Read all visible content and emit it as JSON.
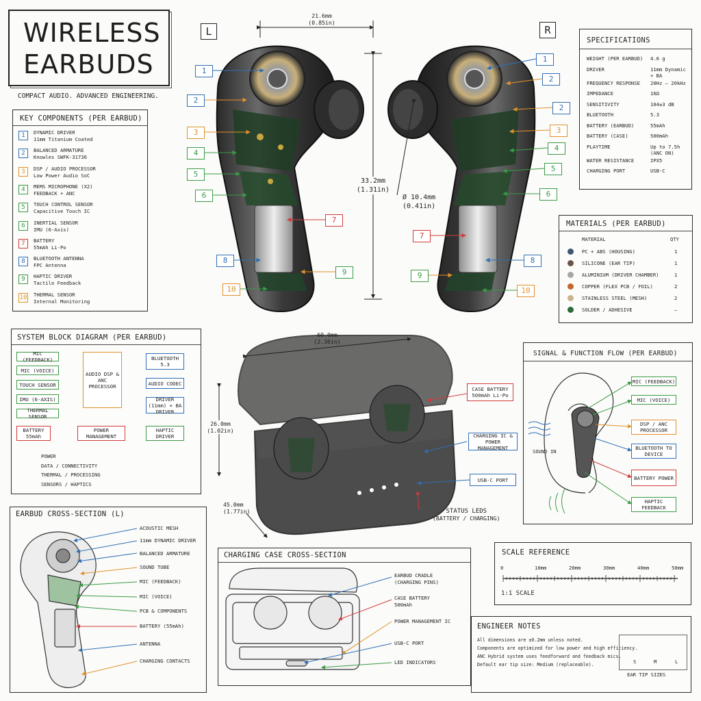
{
  "title": {
    "line1": "WIRELESS",
    "line2": "EARBUDS",
    "tagline": "COMPACT AUDIO. ADVANCED ENGINEERING."
  },
  "side_labels": {
    "left": "L",
    "right": "R"
  },
  "key_components": {
    "title": "KEY COMPONENTS (PER EARBUD)",
    "items": [
      {
        "n": "1",
        "name": "DYNAMIC DRIVER",
        "desc": "11mm Titanium Coated",
        "color": "#2f6fb5"
      },
      {
        "n": "2",
        "name": "BALANCED ARMATURE",
        "desc": "Knowles SWFK-31736",
        "color": "#2f6fb5"
      },
      {
        "n": "3",
        "name": "DSP / AUDIO PROCESSOR",
        "desc": "Low Power Audio SoC",
        "color": "#e0902a"
      },
      {
        "n": "4",
        "name": "MEMS MICROPHONE (X2)",
        "desc": "FEEDBACK + ANC",
        "color": "#3a9a45"
      },
      {
        "n": "5",
        "name": "TOUCH CONTROL SENSOR",
        "desc": "Capacitive Touch IC",
        "color": "#3a9a45"
      },
      {
        "n": "6",
        "name": "INERTIAL SENSOR",
        "desc": "IMU (6-Axis)",
        "color": "#3a9a45"
      },
      {
        "n": "7",
        "name": "BATTERY",
        "desc": "55mAh Li-Po",
        "color": "#d23a3a"
      },
      {
        "n": "8",
        "name": "BLUETOOTH ANTENNA",
        "desc": "FPC Antenna",
        "color": "#2f6fb5"
      },
      {
        "n": "9",
        "name": "HAPTIC DRIVER",
        "desc": "Tactile Feedback",
        "color": "#3a9a45"
      },
      {
        "n": "10",
        "name": "THERMAL SENSOR",
        "desc": "Internal Monitoring",
        "color": "#e0902a"
      }
    ]
  },
  "dimensions": {
    "width": "21.6mm",
    "width_in": "(0.85in)",
    "height": "33.2mm",
    "height_in": "(1.31in)",
    "diam": "Ø 10.4mm",
    "diam_in": "(0.41in)",
    "case_w": "60.0mm",
    "case_w_in": "(2.36in)",
    "case_h": "26.0mm",
    "case_h_in": "(1.02in)",
    "case_d": "45.0mm",
    "case_d_in": "(1.77in)"
  },
  "specifications": {
    "title": "SPECIFICATIONS",
    "rows": [
      {
        "k": "WEIGHT (PER EARBUD)",
        "v": "4.6 g"
      },
      {
        "k": "DRIVER",
        "v": "11mm Dynamic",
        "v2": "+ BA"
      },
      {
        "k": "FREQUENCY RESPONSE",
        "v": "20Hz – 20kHz"
      },
      {
        "k": "IMPEDANCE",
        "v": "16Ω"
      },
      {
        "k": "SENSITIVITY",
        "v": "104±3 dB"
      },
      {
        "k": "BLUETOOTH",
        "v": "5.3"
      },
      {
        "k": "BATTERY (EARBUD)",
        "v": "55mAh"
      },
      {
        "k": "BATTERY (CASE)",
        "v": "500mAh"
      },
      {
        "k": "PLAYTIME",
        "v": "Up to 7.5h",
        "v2": "(ANC ON)"
      },
      {
        "k": "WATER RESISTANCE",
        "v": "IPX5"
      },
      {
        "k": "CHARGING PORT",
        "v": "USB-C"
      }
    ]
  },
  "materials": {
    "title": "MATERIALS (PER EARBUD)",
    "col_material": "MATERIAL",
    "col_qty": "QTY",
    "rows": [
      {
        "name": "PC + ABS (HOUSING)",
        "qty": "1",
        "color": "#3f5675"
      },
      {
        "name": "SILICONE (EAR TIP)",
        "qty": "1",
        "color": "#6a5646"
      },
      {
        "name": "ALUMINIUM (DRIVER CHAMBER)",
        "qty": "1",
        "color": "#a6a6a6"
      },
      {
        "name": "COPPER (FLEX PCB / FOIL)",
        "qty": "2",
        "color": "#c06a2a"
      },
      {
        "name": "STAINLESS STEEL (MESH)",
        "qty": "2",
        "color": "#cbb38a"
      },
      {
        "name": "SOLDER / ADHESIVE",
        "qty": "–",
        "color": "#2e6b3a"
      }
    ]
  },
  "block_diagram": {
    "title": "SYSTEM BLOCK DIAGRAM (PER EARBUD)",
    "inputs": [
      "MIC (FEEDBACK)",
      "MIC (VOICE)",
      "TOUCH SENSOR",
      "IMU (6-AXIS)",
      "THERMAL SENSOR"
    ],
    "dsp": "AUDIO DSP & ANC PROCESSOR",
    "outputs": [
      "BLUETOOTH 5.3",
      "AUDIO CODEC",
      "DRIVER (11mm) + BA DRIVER"
    ],
    "battery": "BATTERY 55mAh",
    "pm": "POWER MANAGEMENT",
    "haptic": "HAPTIC DRIVER",
    "legend": [
      {
        "label": "POWER",
        "color": "#d23a3a"
      },
      {
        "label": "DATA / CONNECTIVITY",
        "color": "#2f6fb5"
      },
      {
        "label": "THERMAL / PROCESSING",
        "color": "#e0902a"
      },
      {
        "label": "SENSORS / HAPTICS",
        "color": "#3a9a45"
      }
    ]
  },
  "case_callouts": {
    "battery": "CASE BATTERY 500mAh Li-Po",
    "charging": "CHARGING IC & POWER MANAGEMENT",
    "usbc": "USB-C PORT",
    "leds": "STATUS LEDS",
    "leds2": "(BATTERY / CHARGING)"
  },
  "signal_flow": {
    "title": "SIGNAL & FUNCTION FLOW (PER EARBUD)",
    "boxes": [
      {
        "label": "MIC (FEEDBACK)",
        "color": "#3a9a45"
      },
      {
        "label": "MIC (VOICE)",
        "color": "#3a9a45"
      },
      {
        "label": "DSP / ANC PROCESSOR",
        "color": "#e0902a"
      },
      {
        "label": "BLUETOOTH TO DEVICE",
        "color": "#2f6fb5"
      },
      {
        "label": "BATTERY POWER",
        "color": "#d23a3a"
      },
      {
        "label": "HAPTIC FEEDBACK",
        "color": "#3a9a45"
      }
    ],
    "sound_in": "SOUND IN"
  },
  "cross_section": {
    "title": "EARBUD CROSS-SECTION (L)",
    "labels": [
      "ACOUSTIC MESH",
      "11mm DYNAMIC DRIVER",
      "BALANCED ARMATURE",
      "SOUND TUBE",
      "MIC (FEEDBACK)",
      "MIC (VOICE)",
      "PCB & COMPONENTS",
      "BATTERY (55mAh)",
      "ANTENNA",
      "CHARGING CONTACTS"
    ]
  },
  "case_cross": {
    "title": "CHARGING CASE CROSS-SECTION",
    "labels": [
      "EARBUD CRADLE",
      "(CHARGING PINS)",
      "CASE BATTERY",
      "500mAh",
      "POWER MANAGEMENT IC",
      "USB-C PORT",
      "LED INDICATORS"
    ]
  },
  "scale": {
    "title": "SCALE REFERENCE",
    "ticks": [
      "0",
      "10mm",
      "20mm",
      "30mm",
      "40mm",
      "50mm"
    ],
    "label": "1:1 SCALE"
  },
  "notes": {
    "title": "ENGINEER NOTES",
    "items": [
      "All dimensions are ±0.2mm unless noted.",
      "Components are optimized for low power and high efficiency.",
      "ANC Hybrid system uses feedforward and feedback mics.",
      "Default ear tip size: Medium (replaceable)."
    ],
    "tips": [
      "S",
      "M",
      "L"
    ],
    "tips_label": "EAR TIP SIZES"
  }
}
